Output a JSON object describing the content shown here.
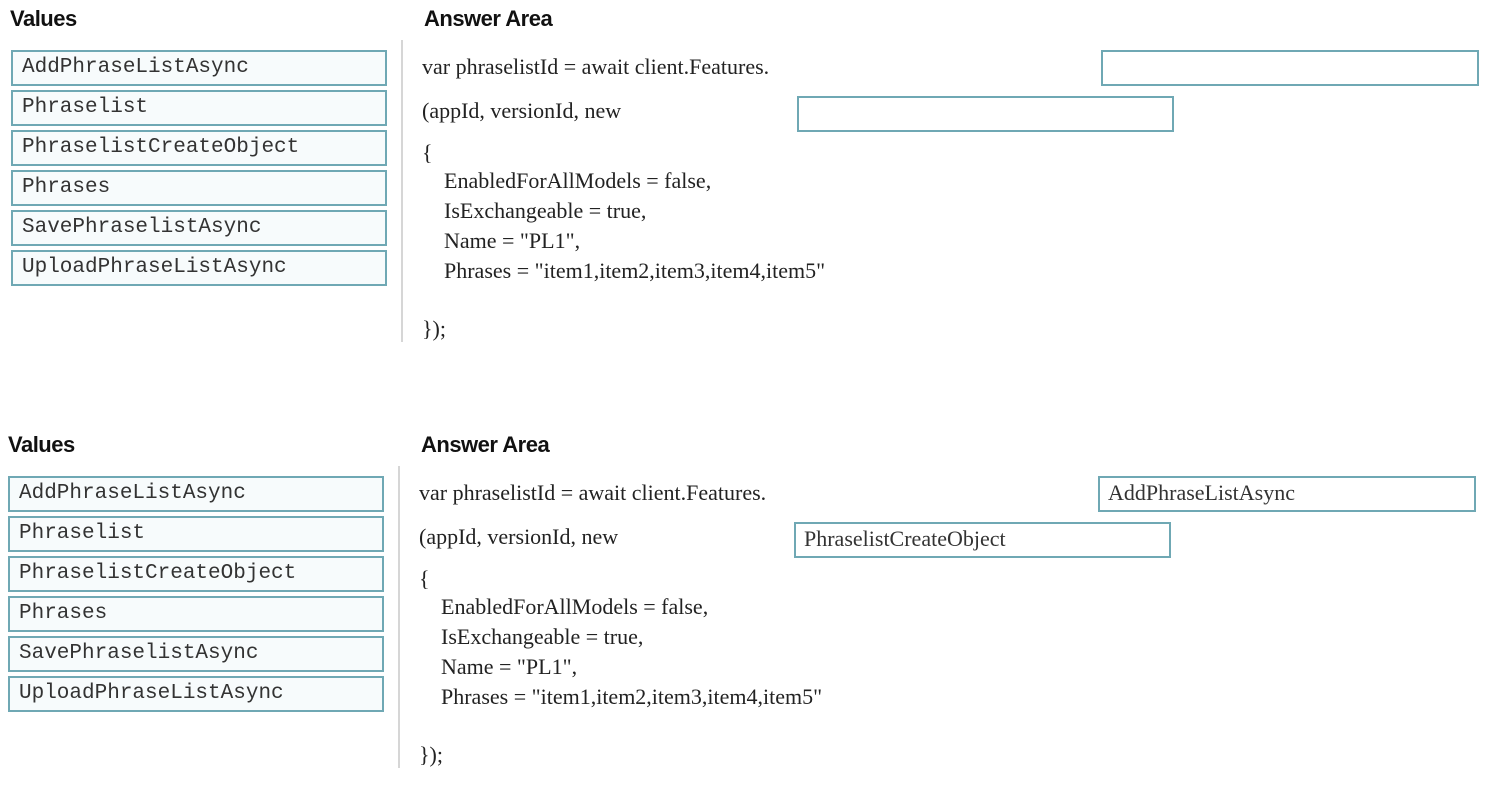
{
  "panels": [
    {
      "id": "question",
      "values_heading": "Values",
      "answer_heading": "Answer Area",
      "values": [
        "AddPhraseListAsync",
        "Phraselist",
        "PhraselistCreateObject",
        "Phrases",
        "SavePhraselistAsync",
        "UploadPhraseListAsync"
      ],
      "code": {
        "line1": "var phraselistId = await client.Features.",
        "line2": "(appId, versionId, new",
        "line3": "{",
        "line4": "    EnabledForAllModels = false,",
        "line5": "    IsExchangeable = true,",
        "line6": "    Name = \"PL1\",",
        "line7": "    Phrases = \"item1,item2,item3,item4,item5\"",
        "line8": "});"
      },
      "drop_targets": [
        "",
        ""
      ]
    },
    {
      "id": "answer",
      "values_heading": "Values",
      "answer_heading": "Answer Area",
      "values": [
        "AddPhraseListAsync",
        "Phraselist",
        "PhraselistCreateObject",
        "Phrases",
        "SavePhraselistAsync",
        "UploadPhraseListAsync"
      ],
      "code": {
        "line1": "var phraselistId = await client.Features.",
        "line2": "(appId, versionId, new",
        "line3": "{",
        "line4": "    EnabledForAllModels = false,",
        "line5": "    IsExchangeable = true,",
        "line6": "    Name = \"PL1\",",
        "line7": "    Phrases = \"item1,item2,item3,item4,item5\"",
        "line8": "});"
      },
      "drop_targets": [
        "AddPhraseListAsync",
        "PhraselistCreateObject"
      ]
    }
  ],
  "colors": {
    "box_border": "#6fa8b4",
    "divider": "#d6d6d6"
  }
}
